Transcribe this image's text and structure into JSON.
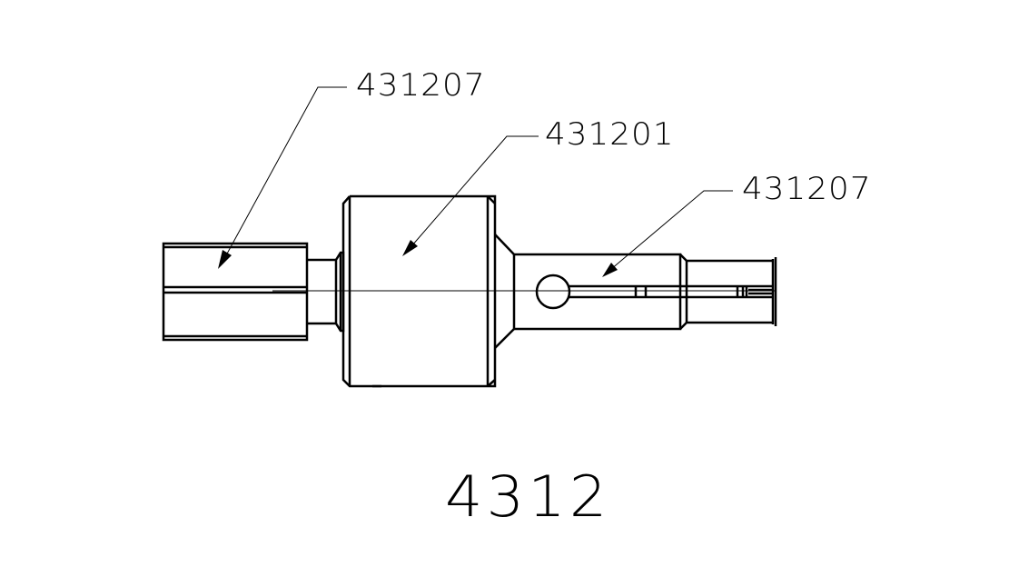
{
  "drawing": {
    "title": "4312",
    "callouts": [
      {
        "id": "callout-1",
        "label": "431207",
        "points_to": "left-sleeve"
      },
      {
        "id": "callout-2",
        "label": "431201",
        "points_to": "main-body"
      },
      {
        "id": "callout-3",
        "label": "431207",
        "points_to": "slotted-shaft"
      }
    ],
    "colors": {
      "line": "#000000",
      "background": "#ffffff"
    }
  }
}
